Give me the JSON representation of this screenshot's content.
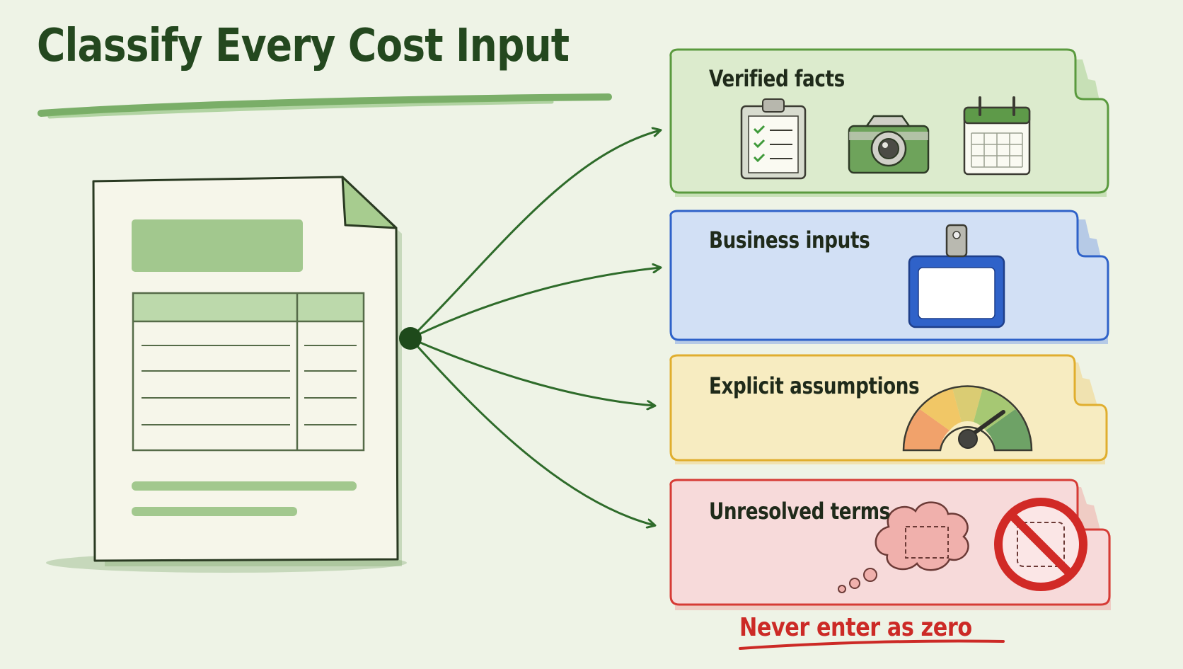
{
  "title": "Classify Every Cost Input",
  "categories": [
    {
      "label": "Verified facts",
      "icons": [
        "clipboard-checklist-icon",
        "camera-icon",
        "calendar-icon"
      ],
      "color": "#5f9a45"
    },
    {
      "label": "Business inputs",
      "icons": [
        "id-badge-icon"
      ],
      "color": "#3b6fd0"
    },
    {
      "label": "Explicit assumptions",
      "icons": [
        "gauge-icon"
      ],
      "color": "#e3b23c"
    },
    {
      "label": "Unresolved terms",
      "icons": [
        "thought-cloud-icon",
        "prohibited-icon"
      ],
      "color": "#d63b35"
    }
  ],
  "warning": "Never enter as zero",
  "colors": {
    "background": "#eef3e6",
    "accent_green": "#2e6b2a",
    "warning_red": "#cc2a26"
  }
}
